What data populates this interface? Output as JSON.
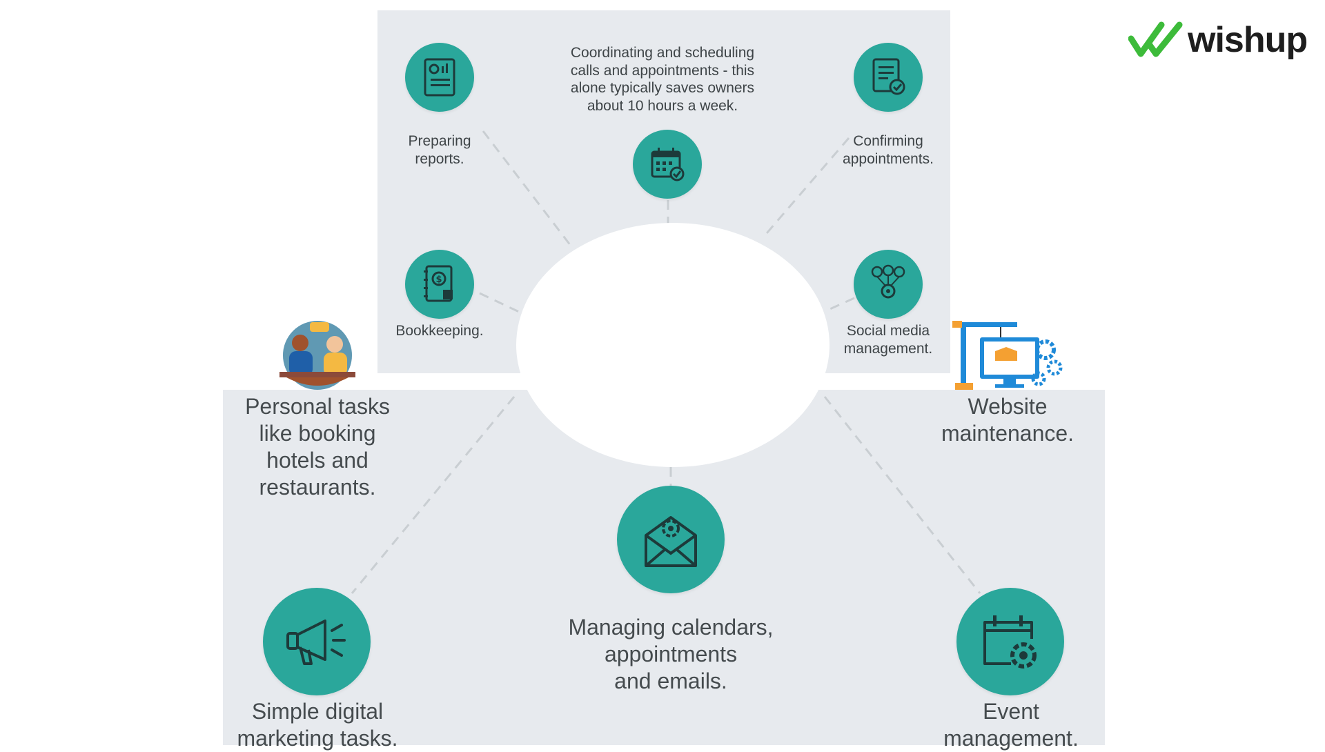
{
  "logo": {
    "text": "wishup",
    "mark_color": "#3dbb3a"
  },
  "colors": {
    "accent": "#2aa79b",
    "panel": "#e7eaee",
    "text": "#3e4447"
  },
  "top_panel": {
    "intro": "Coordinating and scheduling\ncalls and appointments - this\nalone typically saves owners\nabout 10 hours a week.",
    "items": [
      {
        "label": "Preparing\nreports.",
        "icon": "report-icon"
      },
      {
        "label": "Confirming\nappointments.",
        "icon": "document-check-icon"
      },
      {
        "label": "",
        "icon": "calendar-check-icon"
      },
      {
        "label": "Bookkeeping.",
        "icon": "ledger-dollar-icon"
      },
      {
        "label": "Social media\nmanagement.",
        "icon": "social-gear-icon"
      }
    ]
  },
  "bottom_panel": {
    "items": [
      {
        "label": "Personal tasks\nlike booking\nhotels and\nrestaurants.",
        "icon": "people-chat-illustration"
      },
      {
        "label": "Website\nmaintenance.",
        "icon": "website-crane-illustration"
      },
      {
        "label": "Managing calendars,\nappointments\nand emails.",
        "icon": "envelope-gear-icon"
      },
      {
        "label": "Simple digital\nmarketing tasks.",
        "icon": "megaphone-icon"
      },
      {
        "label": "Event\nmanagement.",
        "icon": "calendar-gear-icon"
      }
    ]
  }
}
